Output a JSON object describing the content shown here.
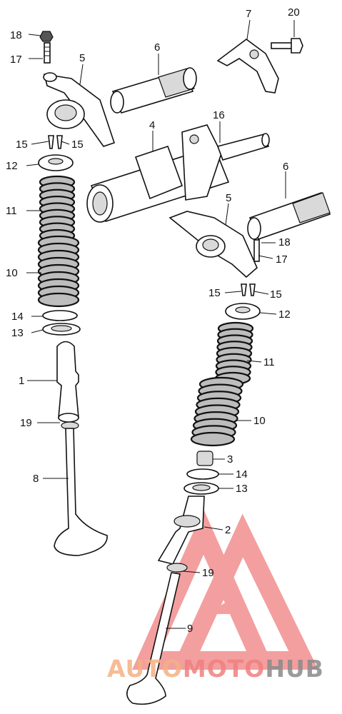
{
  "diagram": {
    "callouts": [
      {
        "id": "c18a",
        "text": "18"
      },
      {
        "id": "c17a",
        "text": "17"
      },
      {
        "id": "c5a",
        "text": "5"
      },
      {
        "id": "c6a",
        "text": "6"
      },
      {
        "id": "c7",
        "text": "7"
      },
      {
        "id": "c20",
        "text": "20"
      },
      {
        "id": "c16",
        "text": "16"
      },
      {
        "id": "c4",
        "text": "4"
      },
      {
        "id": "c15a",
        "text": "15"
      },
      {
        "id": "c15b",
        "text": "15"
      },
      {
        "id": "c12a",
        "text": "12"
      },
      {
        "id": "c11a",
        "text": "11"
      },
      {
        "id": "c10a",
        "text": "10"
      },
      {
        "id": "c14a",
        "text": "14"
      },
      {
        "id": "c13a",
        "text": "13"
      },
      {
        "id": "c1",
        "text": "1"
      },
      {
        "id": "c19a",
        "text": "19"
      },
      {
        "id": "c8",
        "text": "8"
      },
      {
        "id": "c6b",
        "text": "6"
      },
      {
        "id": "c5b",
        "text": "5"
      },
      {
        "id": "c18b",
        "text": "18"
      },
      {
        "id": "c17b",
        "text": "17"
      },
      {
        "id": "c15c",
        "text": "15"
      },
      {
        "id": "c15d",
        "text": "15"
      },
      {
        "id": "c12b",
        "text": "12"
      },
      {
        "id": "c11b",
        "text": "11"
      },
      {
        "id": "c10b",
        "text": "10"
      },
      {
        "id": "c3",
        "text": "3"
      },
      {
        "id": "c14b",
        "text": "14"
      },
      {
        "id": "c13b",
        "text": "13"
      },
      {
        "id": "c2",
        "text": "2"
      },
      {
        "id": "c19b",
        "text": "19"
      },
      {
        "id": "c9",
        "text": "9"
      }
    ]
  },
  "watermark": {
    "part1": "AUTO",
    "part2": "MOTO",
    "part3": "HUB",
    "color_orange": "#f4b183",
    "color_red": "#f08080",
    "color_gray": "#8a8a8a"
  }
}
